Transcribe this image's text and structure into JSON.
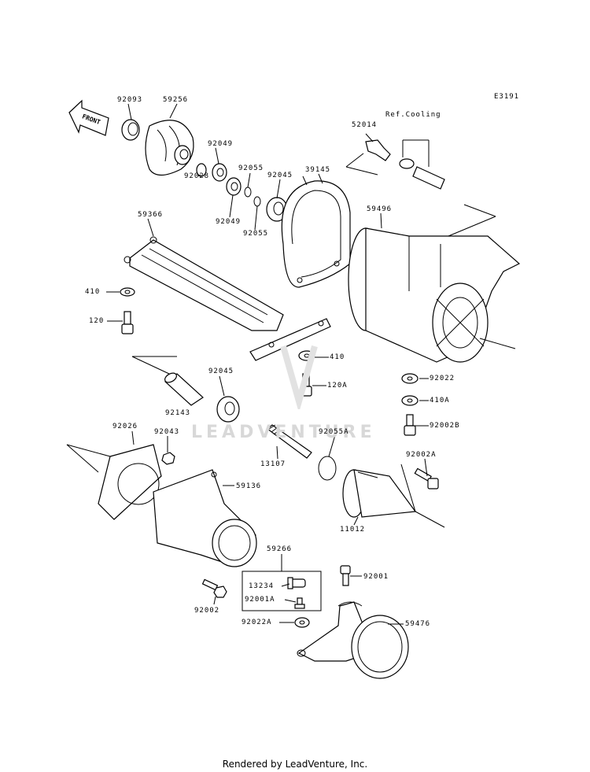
{
  "diagram_code": "E3191",
  "front_label": "FRONT",
  "ref_cooling": "Ref.Cooling",
  "footer": "Rendered by LeadVenture, Inc.",
  "watermark": "LEADVENTURE",
  "labels": {
    "p92093": "92093",
    "p59256": "59256",
    "p92049a": "92049",
    "p92028": "92028",
    "p92049b": "92049",
    "p92055a": "92055",
    "p92045a": "92045",
    "p92055b": "92055",
    "p39145": "39145",
    "p52014": "52014",
    "p59366": "59366",
    "p59496": "59496",
    "p410a": "410",
    "p120a": "120",
    "p410b": "410",
    "p120A": "120A",
    "p92045b": "92045",
    "p92143": "92143",
    "p92022": "92022",
    "p410A": "410A",
    "p92002B": "92002B",
    "p92026": "92026",
    "p92043": "92043",
    "p92055A": "92055A",
    "p13107": "13107",
    "p92002A": "92002A",
    "p59136": "59136",
    "p11012": "11012",
    "p59266": "59266",
    "p13234": "13234",
    "p92001A": "92001A",
    "p92001": "92001",
    "p92002": "92002",
    "p92022A": "92022A",
    "p59476": "59476"
  }
}
